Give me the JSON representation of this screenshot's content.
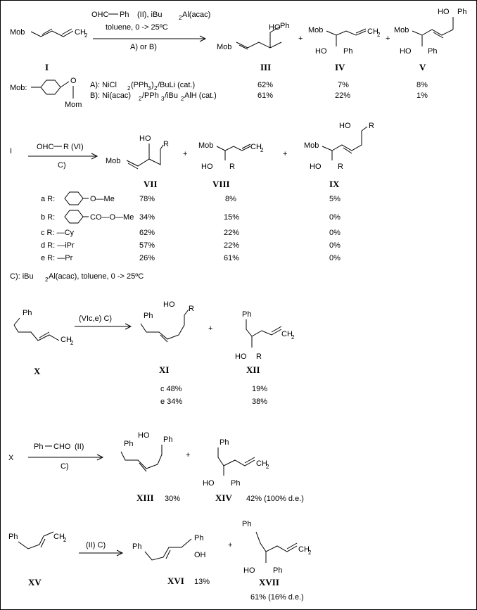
{
  "scheme1": {
    "start_label": "Mob",
    "start_tail": "CH",
    "start_sub": "2",
    "start_id": "I",
    "reagent_top_a": "OHC",
    "reagent_top_b": "Ph",
    "reagent_top_c": "(II),  iBu",
    "reagent_top_c_sub": "2",
    "reagent_top_d": "Al(acac)",
    "solvent": "toluene, 0  -> 25ºC",
    "conditions": "A)  or  B)",
    "p3_ph": "Ph",
    "p3_ho": "HO",
    "p3_mob": "Mob",
    "p3_id": "III",
    "p4_mob": "Mob",
    "p4_ho": "HO",
    "p4_ph": "Ph",
    "p4_tail": "CH",
    "p4_sub": "2",
    "p4_id": "IV",
    "p5_ho": "HO",
    "p5_ph": "Ph",
    "p5_mob": "Mob",
    "p5_ho2": "HO",
    "p5_ph2": "Ph",
    "p5_id": "V",
    "plus": "+",
    "mob_def": "Mob:",
    "mom": "Mom",
    "mom_o": "O",
    "cond_a": "A):  NiCl",
    "cond_a_rest": "(PPh",
    "cond_a_rest2": ")",
    "cond_a_rest3": "/BuLi  (cat.)",
    "cond_b": "B):  Ni(acac)",
    "cond_b_rest": "/PPh",
    "cond_b_rest2": "/iBu",
    "cond_b_rest3": "AlH  (cat.)",
    "row_a": [
      "62%",
      "7%",
      "8%"
    ],
    "row_b": [
      "61%",
      "22%",
      "1%"
    ]
  },
  "scheme2": {
    "start_id": "I",
    "reagent_a": "OHC",
    "reagent_b": "R  (VI)",
    "conditions": "C)",
    "p7_ho": "HO",
    "p7_r": "R",
    "p7_mob": "Mob",
    "p7_id": "VII",
    "p8_mob": "Mob",
    "p8_ho": "HO",
    "p8_r": "R",
    "p8_tail": "CH",
    "p8_sub": "2",
    "p8_id": "VIII",
    "p9_ho": "HO",
    "p9_r": "R",
    "p9_mob": "Mob",
    "p9_ho2": "HO",
    "p9_r2": "R",
    "p9_id": "IX",
    "rows": [
      {
        "label": "a  R:",
        "sub": "O—Me",
        "v": [
          "78%",
          "8%",
          "5%"
        ]
      },
      {
        "label": "b  R:",
        "sub": "CO—O—Me",
        "v": [
          "34%",
          "15%",
          "0%"
        ]
      },
      {
        "label": "c  R: —Cy",
        "sub": "",
        "v": [
          "62%",
          "22%",
          "0%"
        ]
      },
      {
        "label": "d  R: —iPr",
        "sub": "",
        "v": [
          "57%",
          "22%",
          "0%"
        ]
      },
      {
        "label": "e  R: —Pr",
        "sub": "",
        "v": [
          "26%",
          "61%",
          "0%"
        ]
      }
    ],
    "cond_c": "C):  iBu",
    "cond_c_sub": "2",
    "cond_c_rest": "Al(acac), toluene, 0  -> 25ºC"
  },
  "scheme3": {
    "start_ph": "Ph",
    "start_tail": "CH",
    "start_sub": "2",
    "start_id": "X",
    "reagent": "(VIc,e)  C)",
    "p11_ph": "Ph",
    "p11_ho": "HO",
    "p11_r": "R",
    "p11_id": "XI",
    "p12_ph": "Ph",
    "p12_tail": "CH",
    "p12_sub": "2",
    "p12_ho": "HO",
    "p12_r": "R",
    "p12_id": "XII",
    "row_c": [
      "c  48%",
      "19%"
    ],
    "row_e": [
      "e  34%",
      "38%"
    ]
  },
  "scheme4": {
    "start_id": "X",
    "reagent_a": "Ph",
    "reagent_b": "CHO",
    "reagent_c": "(II)",
    "conditions": "C)",
    "p13_ph": "Ph",
    "p13_ho": "HO",
    "p13_ph2": "Ph",
    "p13_id": "XIII",
    "p13_yield": "30%",
    "p14_ph": "Ph",
    "p14_tail": "CH",
    "p14_sub": "2",
    "p14_ho": "HO",
    "p14_ph2": "Ph",
    "p14_id": "XIV",
    "p14_yield": "42%  (100%  d.e.)"
  },
  "scheme5": {
    "start_ph": "Ph",
    "start_tail": "CH",
    "start_sub": "2",
    "start_id": "XV",
    "reagent": "(II)  C)",
    "p16_ph": "Ph",
    "p16_ph2": "Ph",
    "p16_oh": "OH",
    "p16_id": "XVI",
    "p16_yield": "13%",
    "p17_ph": "Ph",
    "p17_tail": "CH",
    "p17_sub": "2",
    "p17_ho": "HO",
    "p17_ph2": "Ph",
    "p17_id": "XVII",
    "p17_yield": "61%  (16%  d.e.)"
  }
}
